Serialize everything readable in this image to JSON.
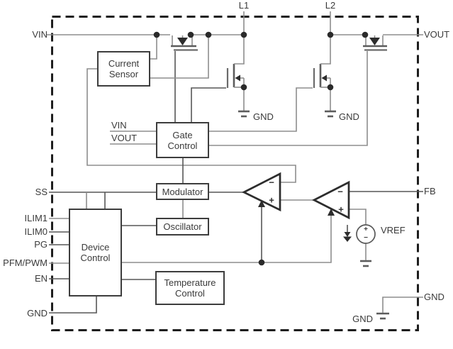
{
  "diagram": {
    "outer_pins": {
      "vin": "VIN",
      "l1": "L1",
      "l2": "L2",
      "vout": "VOUT",
      "fb": "FB",
      "gnd_right": "GND",
      "ss": "SS",
      "ilim1": "ILIM1",
      "ilim0": "ILIM0",
      "pg": "PG",
      "pfm_pwm": "PFM/PWM",
      "en": "EN",
      "gnd_left": "GND"
    },
    "blocks": {
      "current_sensor": "Current\nSensor",
      "gate_control": "Gate\nControl",
      "modulator": "Modulator",
      "oscillator": "Oscillator",
      "device_control": "Device\nControl",
      "temperature_control": "Temperature\nControl"
    },
    "inner_labels": {
      "gate_control_in_vin": "VIN",
      "gate_control_in_vout": "VOUT",
      "gnd_switch1": "GND",
      "gnd_switch2": "GND",
      "gnd_bottom": "GND",
      "vref": "VREF"
    },
    "amp_signs": {
      "minus": "−",
      "plus": "+"
    },
    "vref_source_signs": {
      "plus": "+",
      "minus": "−"
    },
    "colors": {
      "wire": "#8d8d8d",
      "wire_dark": "#565656",
      "block_border": "#3d3d3d",
      "symbol_ink": "#2d2d2d",
      "text": "#3a3a3a",
      "background": "#ffffff"
    }
  }
}
